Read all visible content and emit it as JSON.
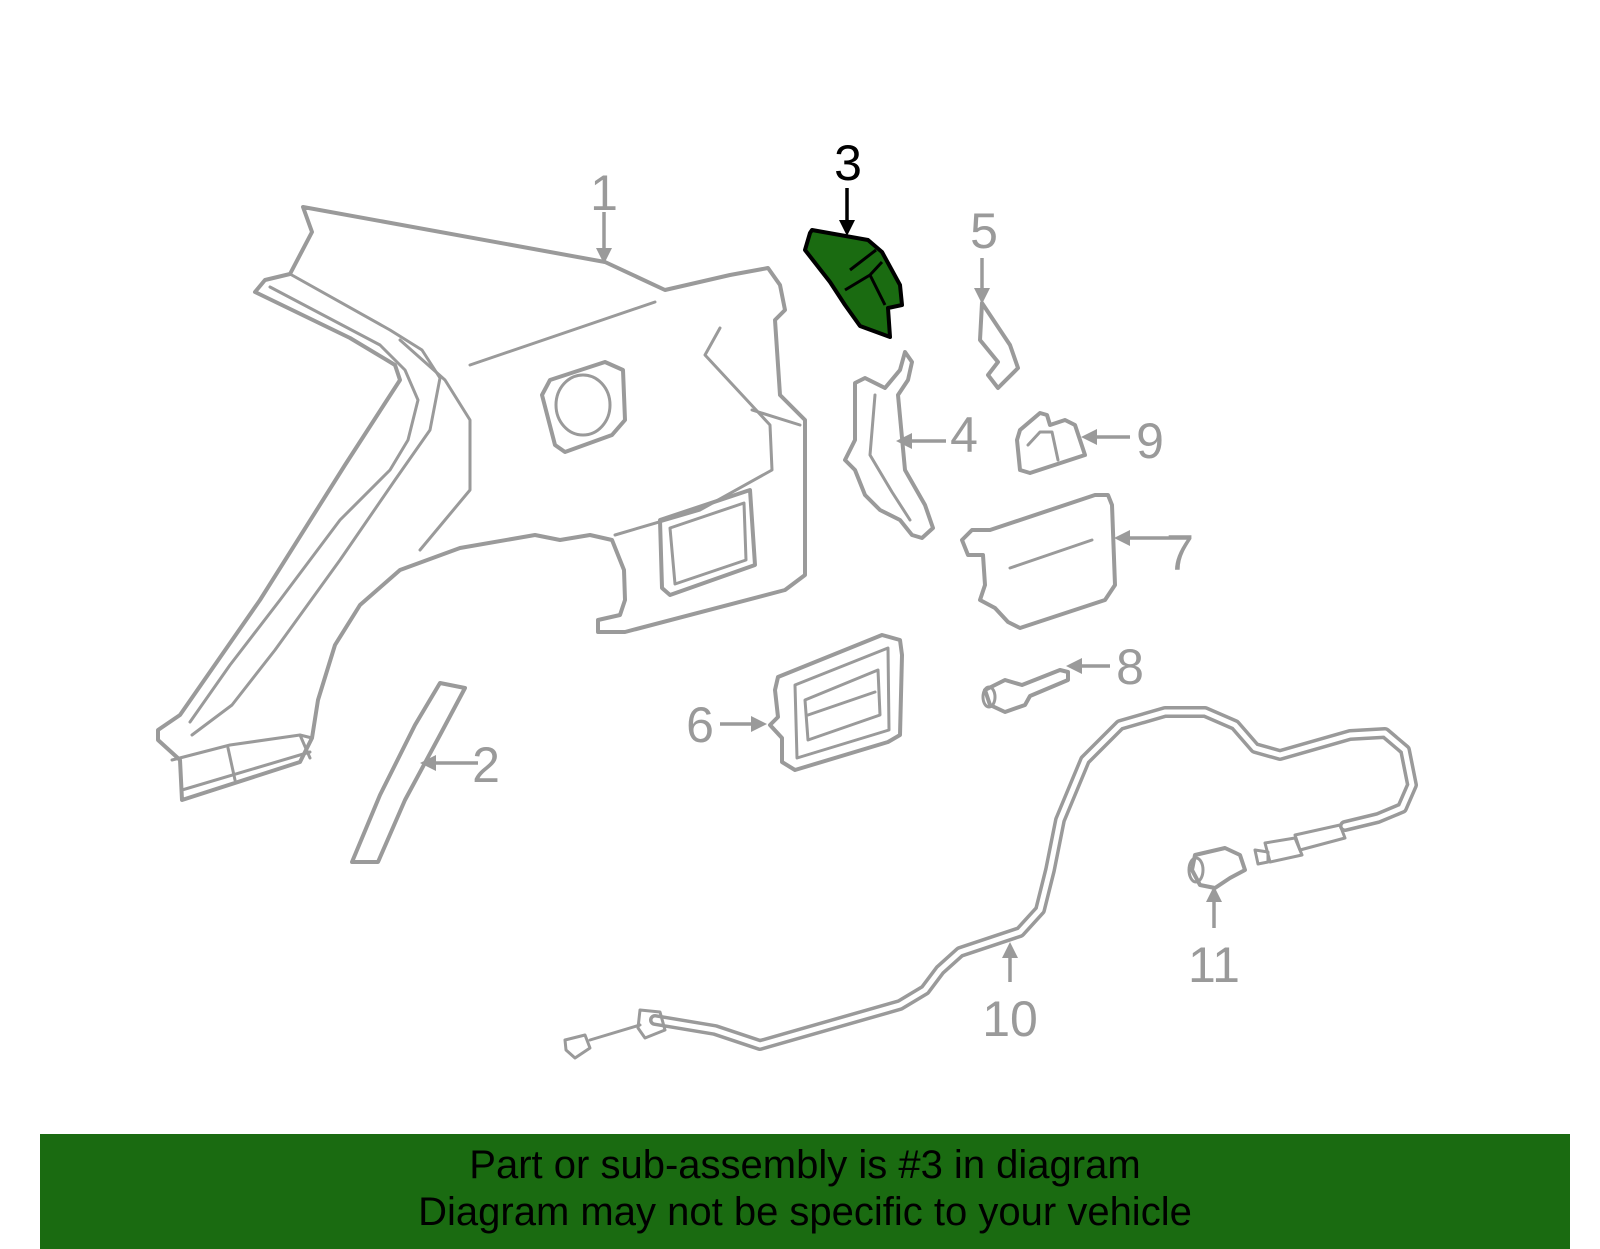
{
  "colors": {
    "highlight": "#1a6b11",
    "part_outline": "#9a9a9a",
    "highlight_stroke": "#000000",
    "banner_background": "#1a6b11"
  },
  "callouts": [
    {
      "id": "1",
      "label": "1"
    },
    {
      "id": "2",
      "label": "2"
    },
    {
      "id": "3",
      "label": "3",
      "highlighted": true
    },
    {
      "id": "4",
      "label": "4"
    },
    {
      "id": "5",
      "label": "5"
    },
    {
      "id": "6",
      "label": "6"
    },
    {
      "id": "7",
      "label": "7"
    },
    {
      "id": "8",
      "label": "8"
    },
    {
      "id": "9",
      "label": "9"
    },
    {
      "id": "10",
      "label": "10"
    },
    {
      "id": "11",
      "label": "11"
    }
  ],
  "banner": {
    "line1": "Part or sub-assembly is #3 in diagram",
    "line2": "Diagram may not be specific to your vehicle"
  }
}
